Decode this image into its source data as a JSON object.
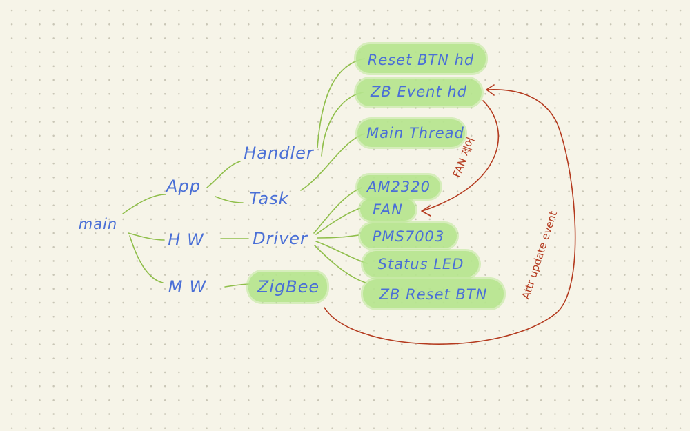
{
  "nodes": {
    "main": "main",
    "app": "App",
    "hw": "HW",
    "mw": "MW",
    "handler": "Handler",
    "task": "Task",
    "driver": "Driver",
    "zigbee": "ZigBee",
    "reset_btn_hd": "Reset BTN hd",
    "zb_event_hd": "ZB Event hd",
    "main_thread": "Main Thread",
    "am2320": "AM2320",
    "fan": "FAN",
    "pms7003": "PMS7003",
    "status_led": "Status LED",
    "zb_reset_btn": "ZB Reset BTN"
  },
  "annotations": {
    "fan_control": "FAN 제어",
    "attr_update_event": "Attr update event"
  },
  "colors": {
    "background": "#f6f4e8",
    "grid_dot": "#c9c6b6",
    "text": "#4a6fd6",
    "tree_line": "#8fbe4a",
    "highlight": "#b6e58e",
    "arrow": "#b43a1e"
  }
}
